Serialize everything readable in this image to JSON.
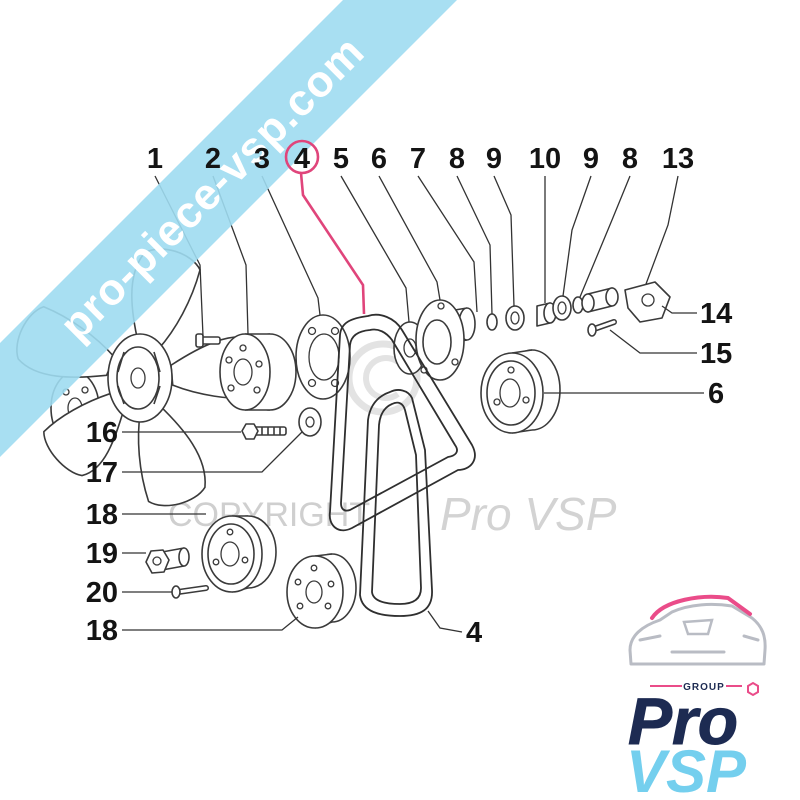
{
  "banner": {
    "text": "pro-piece-vsp.com",
    "color": "#9fdcf1"
  },
  "diagram": {
    "top_callouts": [
      "1",
      "2",
      "3",
      "4",
      "5",
      "6",
      "7",
      "8",
      "9",
      "10",
      "9",
      "8",
      "13"
    ],
    "right_callouts": [
      "14",
      "15",
      "6"
    ],
    "belt_callout": "4",
    "left_callouts": [
      "16",
      "17",
      "18",
      "19",
      "20",
      "18"
    ],
    "highlight_color": "#e0457b",
    "line_color": "#333333"
  },
  "watermark": {
    "word": "COPYRIGHT",
    "brand": "Pro VSP"
  },
  "logo": {
    "group": "GROUP",
    "pro": "Pro",
    "vsp": "VSP",
    "navy": "#1d2b52",
    "blue": "#74cfee",
    "pink": "#ea4c89"
  }
}
